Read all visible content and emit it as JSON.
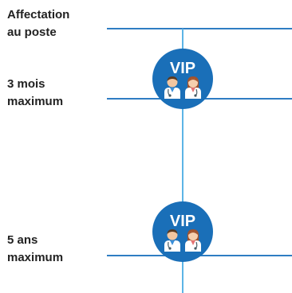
{
  "timeline": {
    "assignment_label": "Affectation\nau poste",
    "steps": [
      {
        "label": "3 mois\nmaximum",
        "badge_text": "VIP",
        "badge_icons": [
          "male-doctor-icon",
          "female-doctor-icon"
        ]
      },
      {
        "label": "5 ans\nmaximum",
        "badge_text": "VIP",
        "badge_icons": [
          "male-doctor-icon",
          "female-doctor-icon"
        ]
      }
    ]
  },
  "colors": {
    "badge_fill": "#1a6fb8",
    "horizontal_line": "#2f7dc3",
    "vertical_line": "#5cb4e6",
    "text": "#222222"
  }
}
